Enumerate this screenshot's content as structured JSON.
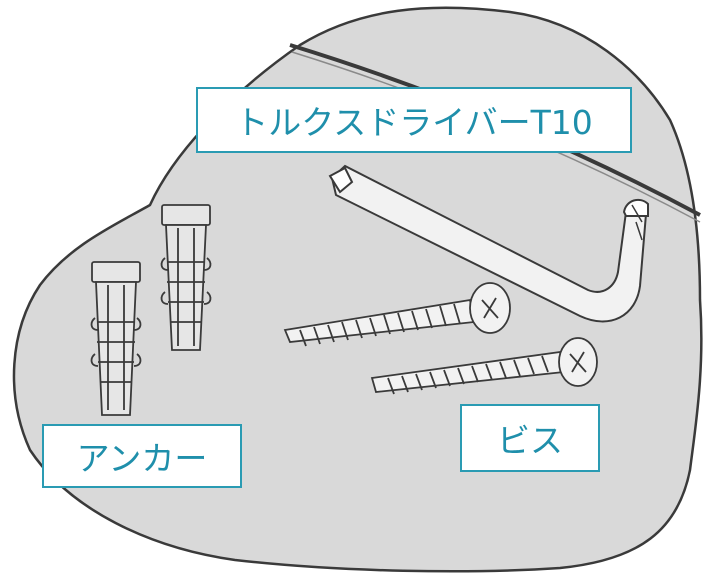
{
  "labels": {
    "torx_driver": "トルクスドライバーT10",
    "anchor": "アンカー",
    "screw": "ビス"
  },
  "colors": {
    "label_border": "#2a9bb3",
    "label_text": "#1f8fab",
    "bag_fill": "#d9d9d9",
    "outline": "#3a3a3a"
  },
  "icons": {
    "bag": "plastic-bag-illustration",
    "driver": "torx-l-key-illustration",
    "anchor": "wall-anchor-illustration",
    "screw": "pan-head-screw-illustration"
  }
}
